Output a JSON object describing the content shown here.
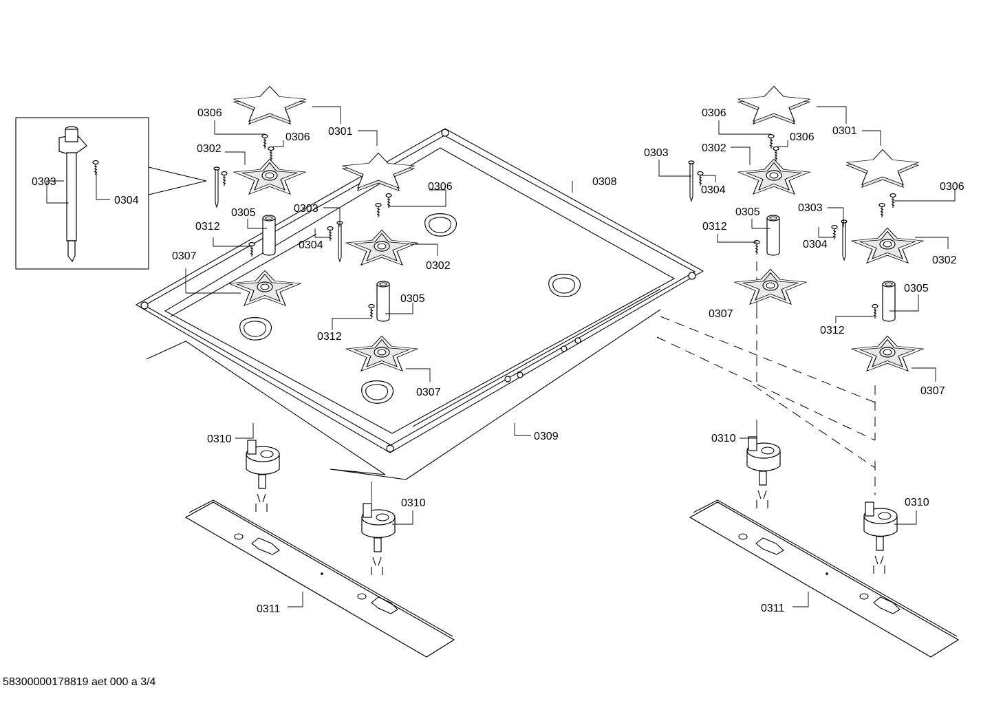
{
  "document_id": "58300000178819 aet 000 a 3/4",
  "labels": {
    "l0301a": "0301",
    "l0301b": "0301",
    "l0302a": "0302",
    "l0302b": "0302",
    "l0302c": "0302",
    "l0302d": "0302",
    "l0303a": "0303",
    "l0303b": "0303",
    "l0303c": "0303",
    "l0303d": "0303",
    "l0304a": "0304",
    "l0304b": "0304",
    "l0304c": "0304",
    "l0304d": "0304",
    "l0305a": "0305",
    "l0305b": "0305",
    "l0305c": "0305",
    "l0305d": "0305",
    "l0306a": "0306",
    "l0306b": "0306",
    "l0306c": "0306",
    "l0306d": "0306",
    "l0306e": "0306",
    "l0306f": "0306",
    "l0307a": "0307",
    "l0307b": "0307",
    "l0307c": "0307",
    "l0307d": "0307",
    "l0308": "0308",
    "l0309": "0309",
    "l0310a": "0310",
    "l0310b": "0310",
    "l0310c": "0310",
    "l0310d": "0310",
    "l0311a": "0311",
    "l0311b": "0311",
    "l0312a": "0312",
    "l0312b": "0312",
    "l0312c": "0312",
    "l0312d": "0312"
  }
}
